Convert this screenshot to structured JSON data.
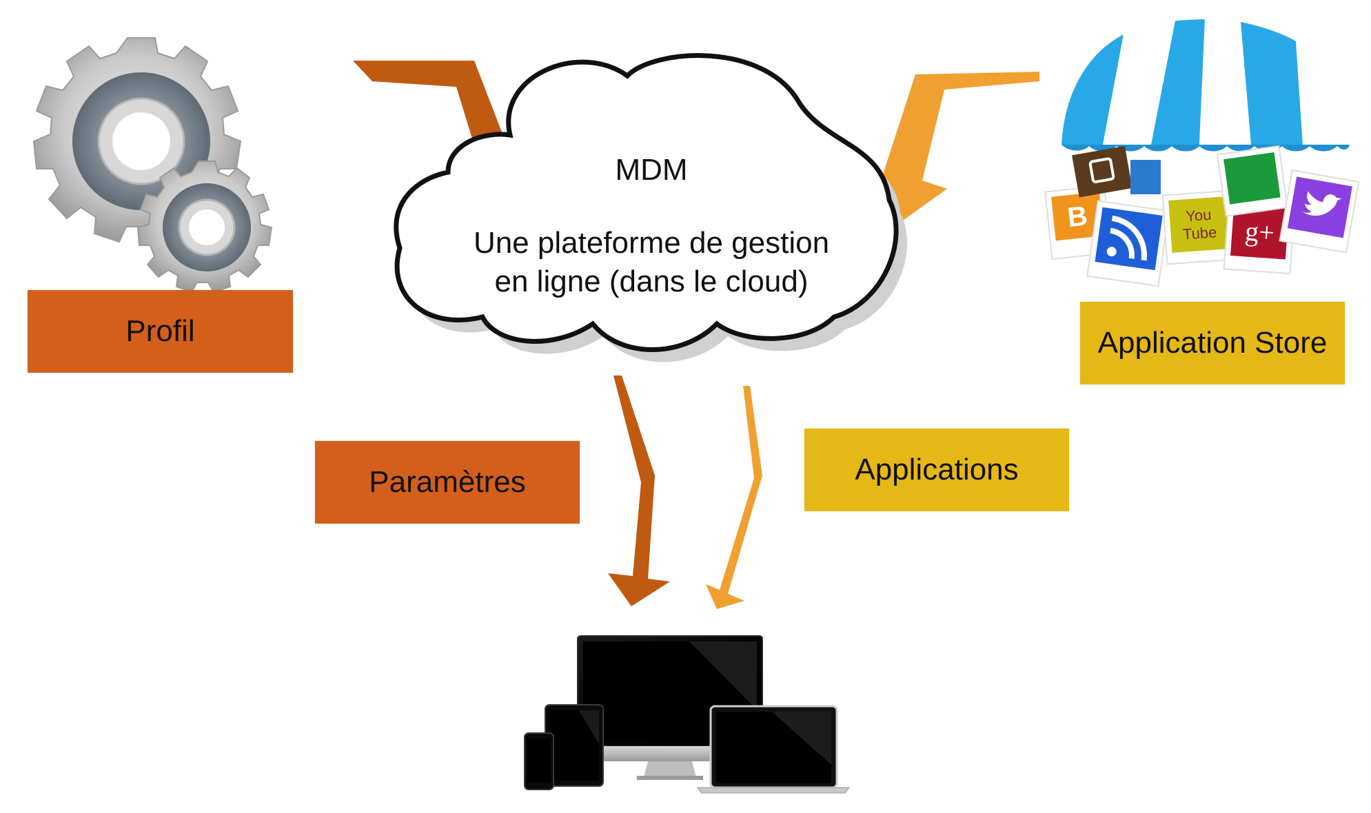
{
  "cloud": {
    "title": "MDM",
    "line1": "Une plateforme de gestion",
    "line2": "en ligne (dans le cloud)"
  },
  "labels": {
    "profil": "Profil",
    "parametres": "Paramètres",
    "applications": "Applications",
    "app_store": "Application Store"
  },
  "app_icons": {
    "youtube_top": "You",
    "youtube_bottom": "Tube",
    "google_plus": "g+"
  },
  "colors": {
    "profile_orange": "#d45f1a",
    "store_yellow": "#e6b815",
    "arrow_dark_orange": "#c05a10",
    "arrow_light_orange": "#f0a030"
  }
}
